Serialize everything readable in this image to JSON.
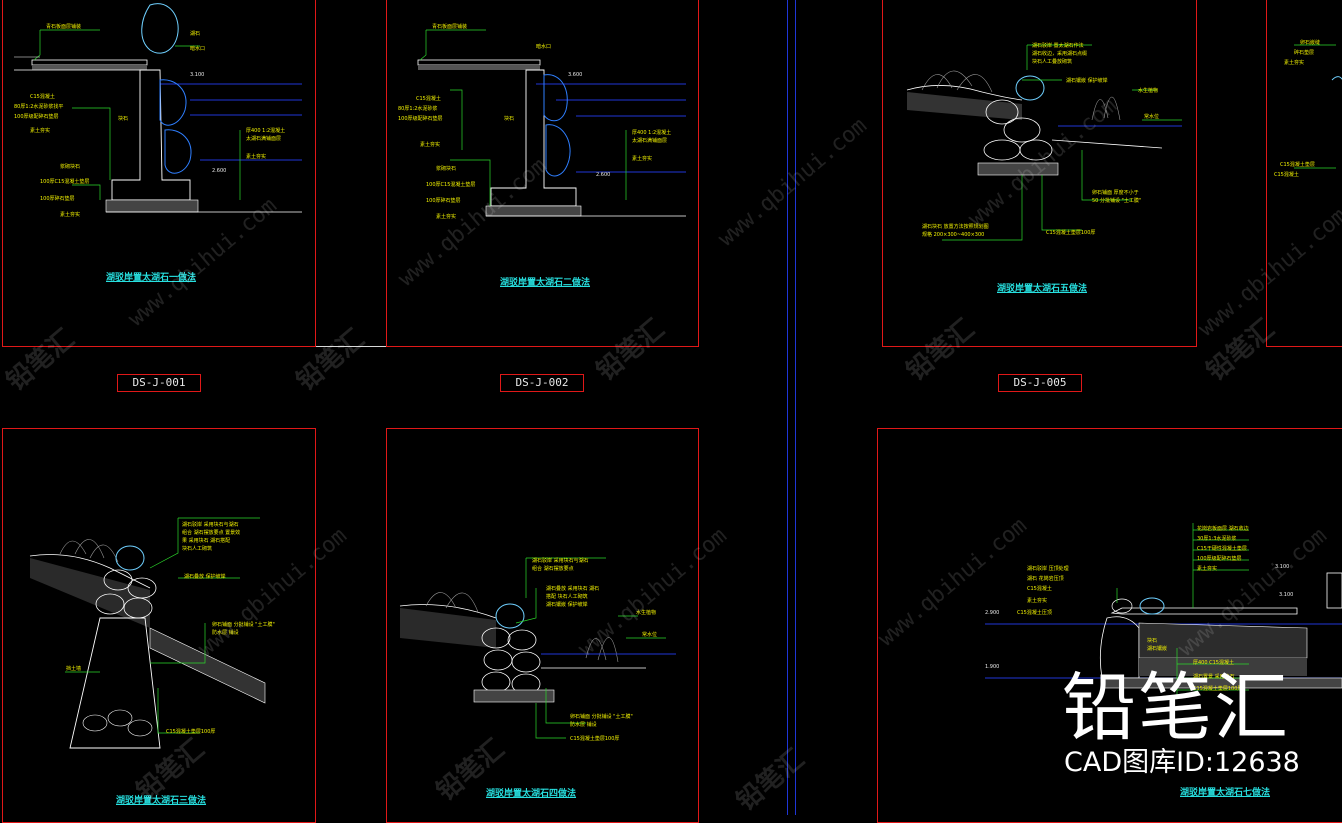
{
  "drawings": {
    "d1": {
      "title": "湖驳岸置太湖石一做法",
      "code": "DS-J-001"
    },
    "d2": {
      "title": "湖驳岸置太湖石二做法",
      "code": "DS-J-002"
    },
    "d5": {
      "title": "湖驳岸置太湖石五做法",
      "code": "DS-J-005"
    },
    "d3": {
      "title": "湖驳岸置太湖石三做法"
    },
    "d4": {
      "title": "湖驳岸置太湖石四做法"
    },
    "d7": {
      "title": "湖驳岸置太湖石七做法"
    }
  },
  "elevations": {
    "e1": "3.100",
    "e2": "3.600",
    "e3": "3.100",
    "e4": "2.600",
    "e5": "2.900",
    "e6": "1.900",
    "e7": "3.100"
  },
  "watermark": {
    "url": "www.qbihui.com",
    "cn": "铅笔汇"
  },
  "brand": {
    "name": "铅笔汇",
    "id_text": "CAD图库ID:12638"
  },
  "colors": {
    "frame": "#e01818",
    "title": "#27e0e0",
    "leader": "#2bd92b",
    "label": "#f2f200",
    "water": "#1f36d6",
    "line": "#ffffff"
  }
}
